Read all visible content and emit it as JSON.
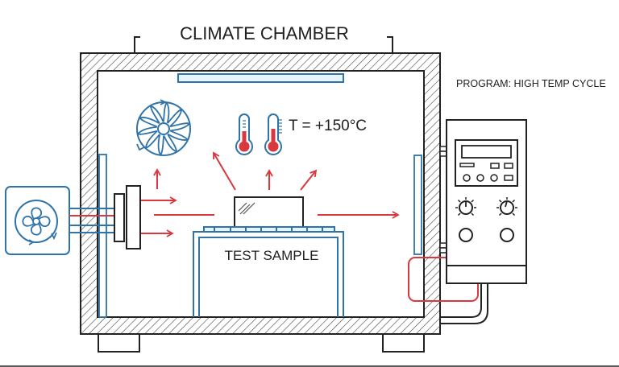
{
  "diagram": {
    "title": "CLIMATE CHAMBER",
    "program_label": "PROGRAM: HIGH TEMP CYCLE",
    "temperature_readout": "T = +150°C",
    "sample_label": "TEST SAMPLE",
    "colors": {
      "outline": "#222222",
      "insulation_hatch": "#444444",
      "cooling_blue": "#2f73a8",
      "heat_red": "#d9383f",
      "light_blue_fill": "#e6f4fb"
    },
    "components": [
      {
        "name": "chamber-body",
        "icon": "hatched-wall"
      },
      {
        "name": "ceiling-light-panel",
        "icon": "panel"
      },
      {
        "name": "circulation-fan",
        "icon": "fan-icon"
      },
      {
        "name": "thermometers",
        "icon": "thermometer-icon"
      },
      {
        "name": "external-fan-unit",
        "icon": "fan-icon"
      },
      {
        "name": "heater-block",
        "icon": "heater"
      },
      {
        "name": "test-sample",
        "icon": "sample-block"
      },
      {
        "name": "sample-table",
        "icon": "table"
      },
      {
        "name": "control-panel",
        "icon": "controller"
      }
    ]
  }
}
